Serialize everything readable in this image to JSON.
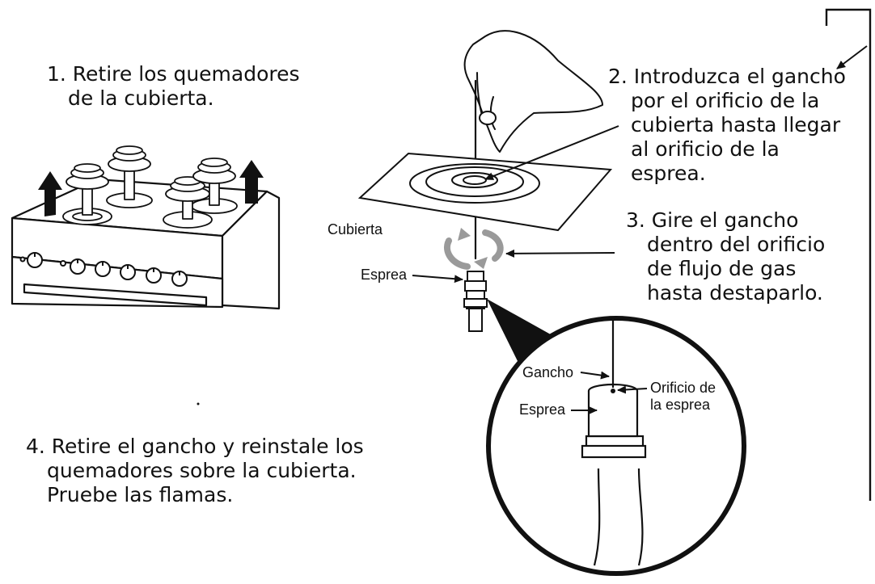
{
  "steps": {
    "step1": {
      "line1": "1. Retire los quemadores",
      "line2": "de la cubierta."
    },
    "step2": {
      "line1": "2. Introduzca el gancho",
      "line2": "por el orificio de la",
      "line3": "cubierta hasta llegar",
      "line4": "al orificio de la",
      "line5": "esprea."
    },
    "step3": {
      "line1": "3. Gire el gancho",
      "line2": "dentro del orificio",
      "line3": "de flujo de gas",
      "line4": "hasta destaparlo."
    },
    "step4": {
      "line1": "4. Retire el gancho y reinstale los",
      "line2": "quemadores sobre la cubierta.",
      "line3": "Pruebe las flamas."
    }
  },
  "labels": {
    "cubierta": "Cubierta",
    "esprea_main": "Esprea",
    "gancho": "Gancho",
    "esprea_detail": "Esprea",
    "orificio": {
      "line1": "Orificio de",
      "line2": "la esprea"
    }
  },
  "icons": [
    "stove-illustration",
    "hand-with-hook-illustration",
    "cooktop-plate",
    "rotation-arrows-icon",
    "magnified-detail-circle",
    "up-arrow-icon"
  ],
  "colors": {
    "ink": "#111111",
    "rotation_arrows": "#9a9a9a",
    "background": "#ffffff"
  }
}
